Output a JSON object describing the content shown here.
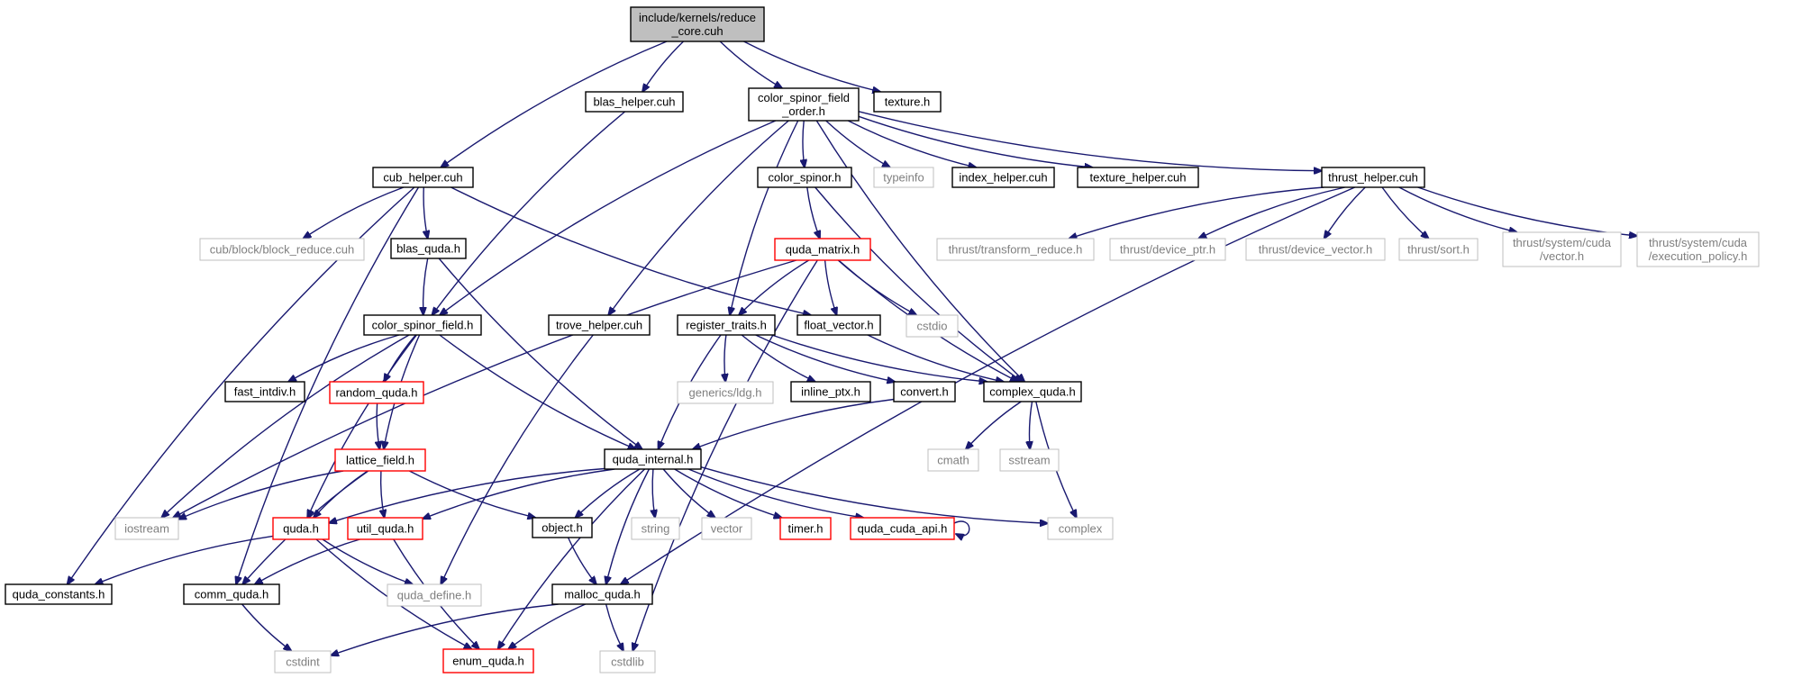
{
  "colors": {
    "edge": "#191970",
    "root_fill": "#bfbfbf",
    "normal_border": "#000000",
    "incomplete_border": "#ff0000",
    "system_border": "#bfbfbf",
    "system_text": "#7f7f7f",
    "text": "#000000"
  },
  "nodes": [
    {
      "id": "reduce_core",
      "lines": [
        "include/kernels/reduce",
        "_core.cuh"
      ],
      "style": "root"
    },
    {
      "id": "blas_helper",
      "lines": [
        "blas_helper.cuh"
      ],
      "style": "normal"
    },
    {
      "id": "csf_order",
      "lines": [
        "color_spinor_field",
        "_order.h"
      ],
      "style": "normal"
    },
    {
      "id": "texture",
      "lines": [
        "texture.h"
      ],
      "style": "normal"
    },
    {
      "id": "cub_helper",
      "lines": [
        "cub_helper.cuh"
      ],
      "style": "normal"
    },
    {
      "id": "color_spinor",
      "lines": [
        "color_spinor.h"
      ],
      "style": "normal"
    },
    {
      "id": "typeinfo",
      "lines": [
        "typeinfo"
      ],
      "style": "system"
    },
    {
      "id": "index_helper",
      "lines": [
        "index_helper.cuh"
      ],
      "style": "normal"
    },
    {
      "id": "texture_helper",
      "lines": [
        "texture_helper.cuh"
      ],
      "style": "normal"
    },
    {
      "id": "thrust_helper",
      "lines": [
        "thrust_helper.cuh"
      ],
      "style": "normal"
    },
    {
      "id": "cub_block",
      "lines": [
        "cub/block/block_reduce.cuh"
      ],
      "style": "system"
    },
    {
      "id": "blas_quda",
      "lines": [
        "blas_quda.h"
      ],
      "style": "normal"
    },
    {
      "id": "quda_matrix",
      "lines": [
        "quda_matrix.h"
      ],
      "style": "incomplete"
    },
    {
      "id": "thrust_transform",
      "lines": [
        "thrust/transform_reduce.h"
      ],
      "style": "system"
    },
    {
      "id": "thrust_device_ptr",
      "lines": [
        "thrust/device_ptr.h"
      ],
      "style": "system"
    },
    {
      "id": "thrust_device_vector",
      "lines": [
        "thrust/device_vector.h"
      ],
      "style": "system"
    },
    {
      "id": "thrust_sort",
      "lines": [
        "thrust/sort.h"
      ],
      "style": "system"
    },
    {
      "id": "thrust_sys_vector",
      "lines": [
        "thrust/system/cuda",
        "/vector.h"
      ],
      "style": "system"
    },
    {
      "id": "thrust_sys_exec",
      "lines": [
        "thrust/system/cuda",
        "/execution_policy.h"
      ],
      "style": "system"
    },
    {
      "id": "color_spinor_field",
      "lines": [
        "color_spinor_field.h"
      ],
      "style": "normal"
    },
    {
      "id": "trove_helper",
      "lines": [
        "trove_helper.cuh"
      ],
      "style": "normal"
    },
    {
      "id": "register_traits",
      "lines": [
        "register_traits.h"
      ],
      "style": "normal"
    },
    {
      "id": "float_vector",
      "lines": [
        "float_vector.h"
      ],
      "style": "normal"
    },
    {
      "id": "cstdio",
      "lines": [
        "cstdio"
      ],
      "style": "system"
    },
    {
      "id": "fast_intdiv",
      "lines": [
        "fast_intdiv.h"
      ],
      "style": "normal"
    },
    {
      "id": "random_quda",
      "lines": [
        "random_quda.h"
      ],
      "style": "incomplete"
    },
    {
      "id": "generics_ldg",
      "lines": [
        "generics/ldg.h"
      ],
      "style": "system"
    },
    {
      "id": "inline_ptx",
      "lines": [
        "inline_ptx.h"
      ],
      "style": "normal"
    },
    {
      "id": "convert",
      "lines": [
        "convert.h"
      ],
      "style": "normal"
    },
    {
      "id": "complex_quda",
      "lines": [
        "complex_quda.h"
      ],
      "style": "normal"
    },
    {
      "id": "lattice_field",
      "lines": [
        "lattice_field.h"
      ],
      "style": "incomplete"
    },
    {
      "id": "quda_internal",
      "lines": [
        "quda_internal.h"
      ],
      "style": "normal"
    },
    {
      "id": "cmath",
      "lines": [
        "cmath"
      ],
      "style": "system"
    },
    {
      "id": "sstream",
      "lines": [
        "sstream"
      ],
      "style": "system"
    },
    {
      "id": "iostream",
      "lines": [
        "iostream"
      ],
      "style": "system"
    },
    {
      "id": "quda_h",
      "lines": [
        "quda.h"
      ],
      "style": "incomplete"
    },
    {
      "id": "util_quda",
      "lines": [
        "util_quda.h"
      ],
      "style": "incomplete"
    },
    {
      "id": "object_h",
      "lines": [
        "object.h"
      ],
      "style": "normal"
    },
    {
      "id": "string",
      "lines": [
        "string"
      ],
      "style": "system"
    },
    {
      "id": "vector",
      "lines": [
        "vector"
      ],
      "style": "system"
    },
    {
      "id": "timer",
      "lines": [
        "timer.h"
      ],
      "style": "incomplete"
    },
    {
      "id": "quda_cuda_api",
      "lines": [
        "quda_cuda_api.h"
      ],
      "style": "incomplete"
    },
    {
      "id": "complex",
      "lines": [
        "complex"
      ],
      "style": "system"
    },
    {
      "id": "quda_constants",
      "lines": [
        "quda_constants.h"
      ],
      "style": "normal"
    },
    {
      "id": "comm_quda",
      "lines": [
        "comm_quda.h"
      ],
      "style": "normal"
    },
    {
      "id": "quda_define",
      "lines": [
        "quda_define.h"
      ],
      "style": "system"
    },
    {
      "id": "malloc_quda",
      "lines": [
        "malloc_quda.h"
      ],
      "style": "normal"
    },
    {
      "id": "cstdint",
      "lines": [
        "cstdint"
      ],
      "style": "system"
    },
    {
      "id": "enum_quda",
      "lines": [
        "enum_quda.h"
      ],
      "style": "incomplete"
    },
    {
      "id": "cstdlib",
      "lines": [
        "cstdlib"
      ],
      "style": "system"
    }
  ],
  "edges": [
    [
      "reduce_core",
      "blas_helper"
    ],
    [
      "reduce_core",
      "csf_order"
    ],
    [
      "reduce_core",
      "texture"
    ],
    [
      "reduce_core",
      "cub_helper"
    ],
    [
      "blas_helper",
      "color_spinor_field"
    ],
    [
      "csf_order",
      "color_spinor"
    ],
    [
      "csf_order",
      "typeinfo"
    ],
    [
      "csf_order",
      "index_helper"
    ],
    [
      "csf_order",
      "texture_helper"
    ],
    [
      "csf_order",
      "thrust_helper"
    ],
    [
      "csf_order",
      "color_spinor_field"
    ],
    [
      "csf_order",
      "trove_helper"
    ],
    [
      "csf_order",
      "register_traits"
    ],
    [
      "csf_order",
      "complex_quda"
    ],
    [
      "cub_helper",
      "cub_block"
    ],
    [
      "cub_helper",
      "blas_quda"
    ],
    [
      "cub_helper",
      "float_vector"
    ],
    [
      "cub_helper",
      "quda_constants"
    ],
    [
      "cub_helper",
      "comm_quda"
    ],
    [
      "color_spinor",
      "quda_matrix"
    ],
    [
      "color_spinor",
      "complex_quda"
    ],
    [
      "thrust_helper",
      "thrust_transform"
    ],
    [
      "thrust_helper",
      "thrust_device_ptr"
    ],
    [
      "thrust_helper",
      "thrust_device_vector"
    ],
    [
      "thrust_helper",
      "thrust_sort"
    ],
    [
      "thrust_helper",
      "thrust_sys_vector"
    ],
    [
      "thrust_helper",
      "thrust_sys_exec"
    ],
    [
      "thrust_helper",
      "malloc_quda"
    ],
    [
      "blas_quda",
      "color_spinor_field"
    ],
    [
      "blas_quda",
      "quda_internal"
    ],
    [
      "quda_matrix",
      "register_traits"
    ],
    [
      "quda_matrix",
      "float_vector"
    ],
    [
      "quda_matrix",
      "cstdio"
    ],
    [
      "quda_matrix",
      "complex_quda"
    ],
    [
      "quda_matrix",
      "iostream"
    ],
    [
      "quda_matrix",
      "cstdlib"
    ],
    [
      "color_spinor_field",
      "fast_intdiv"
    ],
    [
      "color_spinor_field",
      "random_quda"
    ],
    [
      "color_spinor_field",
      "lattice_field"
    ],
    [
      "color_spinor_field",
      "quda_internal"
    ],
    [
      "color_spinor_field",
      "iostream"
    ],
    [
      "color_spinor_field",
      "quda_h"
    ],
    [
      "trove_helper",
      "quda_define"
    ],
    [
      "register_traits",
      "generics_ldg"
    ],
    [
      "register_traits",
      "inline_ptx"
    ],
    [
      "register_traits",
      "convert"
    ],
    [
      "register_traits",
      "complex_quda"
    ],
    [
      "register_traits",
      "quda_internal"
    ],
    [
      "float_vector",
      "complex_quda"
    ],
    [
      "random_quda",
      "lattice_field"
    ],
    [
      "convert",
      "quda_internal"
    ],
    [
      "complex_quda",
      "cmath"
    ],
    [
      "complex_quda",
      "sstream"
    ],
    [
      "complex_quda",
      "complex"
    ],
    [
      "lattice_field",
      "iostream"
    ],
    [
      "lattice_field",
      "quda_h"
    ],
    [
      "lattice_field",
      "util_quda"
    ],
    [
      "lattice_field",
      "object_h"
    ],
    [
      "lattice_field",
      "comm_quda"
    ],
    [
      "quda_internal",
      "quda_h"
    ],
    [
      "quda_internal",
      "util_quda"
    ],
    [
      "quda_internal",
      "object_h"
    ],
    [
      "quda_internal",
      "string"
    ],
    [
      "quda_internal",
      "vector"
    ],
    [
      "quda_internal",
      "timer"
    ],
    [
      "quda_internal",
      "quda_cuda_api"
    ],
    [
      "quda_internal",
      "complex"
    ],
    [
      "quda_internal",
      "enum_quda"
    ],
    [
      "quda_internal",
      "malloc_quda"
    ],
    [
      "quda_cuda_api",
      "quda_cuda_api"
    ],
    [
      "quda_h",
      "quda_constants"
    ],
    [
      "quda_h",
      "quda_define"
    ],
    [
      "quda_h",
      "enum_quda"
    ],
    [
      "util_quda",
      "comm_quda"
    ],
    [
      "util_quda",
      "enum_quda"
    ],
    [
      "object_h",
      "malloc_quda"
    ],
    [
      "comm_quda",
      "cstdint"
    ],
    [
      "malloc_quda",
      "cstdint"
    ],
    [
      "malloc_quda",
      "enum_quda"
    ],
    [
      "malloc_quda",
      "cstdlib"
    ]
  ]
}
